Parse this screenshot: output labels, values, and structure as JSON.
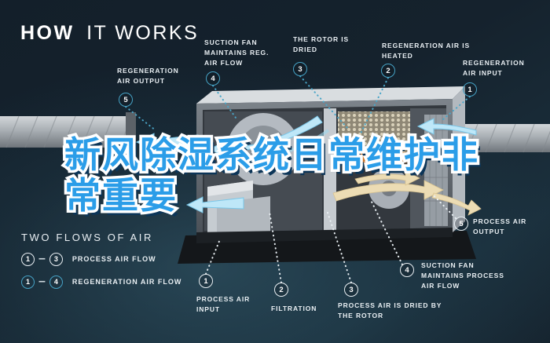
{
  "title": {
    "bold": "HOW",
    "light": "IT WORKS"
  },
  "headline": {
    "text": "新风除湿系统日常维护非\n常重要"
  },
  "callouts": [
    {
      "id": "regeneration-air-output",
      "num": "5",
      "label": "REGENERATION AIR OUTPUT",
      "flow": "regeneration"
    },
    {
      "id": "suction-fan-reg",
      "num": "4",
      "label": "SUCTION FAN MAINTAINS REG. AIR FLOW",
      "flow": "regeneration"
    },
    {
      "id": "rotor-is-dried",
      "num": "3",
      "label": "THE ROTOR IS DRIED",
      "flow": "regeneration"
    },
    {
      "id": "regeneration-air-heated",
      "num": "2",
      "label": "REGENERATION AIR IS HEATED",
      "flow": "regeneration"
    },
    {
      "id": "regeneration-air-input",
      "num": "1",
      "label": "REGENERATION AIR INPUT",
      "flow": "regeneration"
    },
    {
      "id": "process-air-output",
      "num": "5",
      "label": "PROCESS AIR OUTPUT",
      "flow": "process"
    },
    {
      "id": "suction-fan-process",
      "num": "4",
      "label": "SUCTION FAN MAINTAINS PROCESS AIR FLOW",
      "flow": "process"
    },
    {
      "id": "process-air-dried",
      "num": "3",
      "label": "PROCESS AIR IS DRIED BY THE ROTOR",
      "flow": "process"
    },
    {
      "id": "filtration",
      "num": "2",
      "label": "FILTRATION",
      "flow": "process"
    },
    {
      "id": "process-air-input",
      "num": "1",
      "label": "PROCESS AIR INPUT",
      "flow": "process"
    }
  ],
  "legend": {
    "heading": "TWO FLOWS OF AIR",
    "separator": "–",
    "rows": [
      {
        "from": "1",
        "to": "3",
        "label": "PROCESS AIR FLOW",
        "flow": "process"
      },
      {
        "from": "1",
        "to": "4",
        "label": "REGENERATION AIR FLOW",
        "flow": "regeneration"
      }
    ]
  },
  "colors": {
    "background_dark": "#15222d",
    "accent_teal": "#46a3c6",
    "label_white": "#e9eff3",
    "headline_blue": "#2b9de8",
    "headline_outline": "#ffffff",
    "headline_shadow": "#0c3558",
    "heater_orange": "#e07c28",
    "airflow_blue": "#bee7f8",
    "airflow_tan": "#ecdcb4"
  }
}
